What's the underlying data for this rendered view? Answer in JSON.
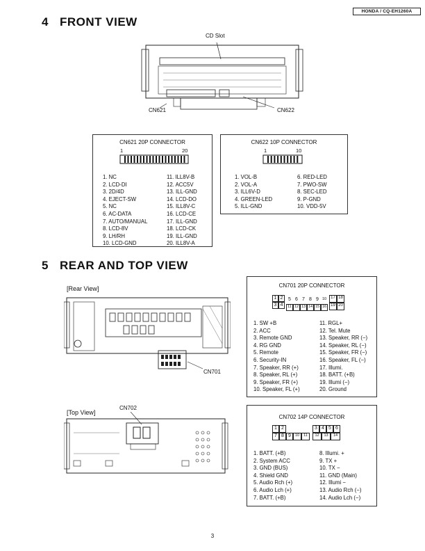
{
  "header": {
    "model": "HONDA / CQ-EH1260A"
  },
  "section4": {
    "number": "4",
    "title": "FRONT VIEW",
    "cd_slot": "CD Slot",
    "cn621": "CN621",
    "cn622": "CN622"
  },
  "cn621": {
    "title": "CN621 20P CONNECTOR",
    "pin_start": "1",
    "pin_end": "20",
    "left": [
      "1. NC",
      "2. LCD-DI",
      "3. 2D/4D",
      "4. EJECT-SW",
      "5. NC",
      "6. AC-DATA",
      "7. AUTO/MANUAL",
      "8. LCD-8V",
      "9. LH/RH",
      "10. LCD-GND"
    ],
    "right": [
      "11. ILL8V-B",
      "12. ACC5V",
      "13. ILL-GND",
      "14. LCD-DO",
      "15. ILL8V-C",
      "16. LCD-CE",
      "17. ILL-GND",
      "18. LCD-CK",
      "19. ILL-GND",
      "20. ILL8V-A"
    ]
  },
  "cn622": {
    "title": "CN622  10P CONNECTOR",
    "pin_start": "1",
    "pin_end": "10",
    "left": [
      "1. VOL-B",
      "2. VOL-A",
      "3. ILL6V-D",
      "4. GREEN-LED",
      "5. ILL-GND"
    ],
    "right": [
      "6. RED-LED",
      "7. PWO-SW",
      "8. SEC-LED",
      "9. P-GND",
      "10. VDD-5V"
    ]
  },
  "section5": {
    "number": "5",
    "title": "REAR AND TOP VIEW",
    "rear_view": "[Rear View]",
    "top_view": "[Top View]",
    "cn701": "CN701",
    "cn702": "CN702"
  },
  "cn701": {
    "title": "CN701 20P CONNECTOR",
    "grid_top": [
      "1",
      "2"
    ],
    "grid_bottom": [
      "3",
      "4"
    ],
    "grid_mid_top": [
      "5",
      "6",
      "7",
      "8",
      "9",
      "10"
    ],
    "grid_mid_bottom": [
      "11",
      "12",
      "13",
      "14",
      "15",
      "16"
    ],
    "grid_right_top": [
      "17",
      "18"
    ],
    "grid_right_bottom": [
      "19",
      "20"
    ],
    "left": [
      "1. SW +B",
      "2. ACC",
      "3. Remote GND",
      "4. RG GND",
      "5. Remote",
      "6. Security-IN",
      "7. Speaker, RR (+)",
      "8. Speaker, RL (+)",
      "9. Speaker, FR (+)",
      "10. Speaker, FL (+)"
    ],
    "right": [
      "11. RGL+",
      "12. Tel. Mute",
      "13. Speaker, RR (−)",
      "14. Speaker, RL (−)",
      "15. Speaker, FR (−)",
      "16. Speaker, FL (−)",
      "17. Illumi.",
      "18. BATT. (+B)",
      "19. Illumi (−)",
      "20. Ground"
    ]
  },
  "cn702": {
    "title": "CN702  14P CONNECTOR",
    "grid_top_left": [
      "1",
      "2"
    ],
    "grid_top_right": [
      "3",
      "4",
      "5",
      "6"
    ],
    "grid_bottom_left": [
      "7",
      "8",
      "9",
      "10",
      "11"
    ],
    "grid_bottom_right": [
      "12",
      "13",
      "14"
    ],
    "left": [
      "1. BATT. (+B)",
      "2. System ACC",
      "3. GND (BUS)",
      "4. Shield GND",
      "5. Audio Rch (+)",
      "6. Audio Lch (+)",
      "7. BATT. (+B)"
    ],
    "right": [
      "8. Illumi. +",
      "9. TX +",
      "10. TX −",
      "11. GND (Main)",
      "12. Illumi −",
      "13. Audio Rch (−)",
      "14. Audio Lch (−)"
    ]
  },
  "footer": {
    "page": "3"
  }
}
